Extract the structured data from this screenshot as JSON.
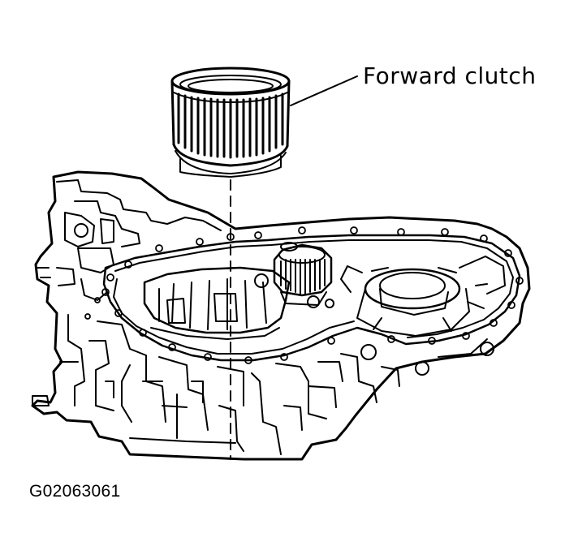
{
  "labels": {
    "component": "Forward clutch"
  },
  "figure_id": "G02063061",
  "icons": {
    "clutch_drum": "forward-clutch-drum-illustration",
    "transaxle_case": "transaxle-case-illustration"
  },
  "colors": {
    "ink": "#000000",
    "paper": "#ffffff"
  }
}
